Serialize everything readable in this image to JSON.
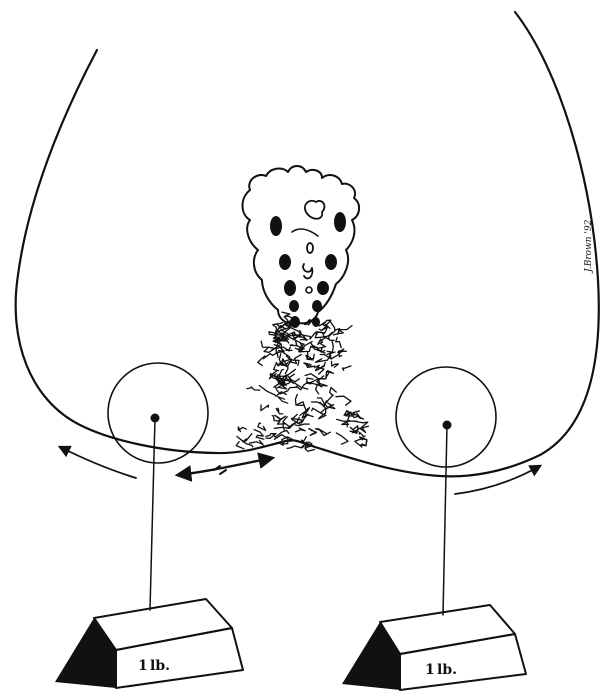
{
  "figure": {
    "weights": [
      {
        "label": "lb."
      },
      {
        "label": "lb."
      }
    ],
    "artist_signature": "J.Brown '92",
    "colors": {
      "ink": "#111111",
      "paper": "#ffffff"
    }
  }
}
